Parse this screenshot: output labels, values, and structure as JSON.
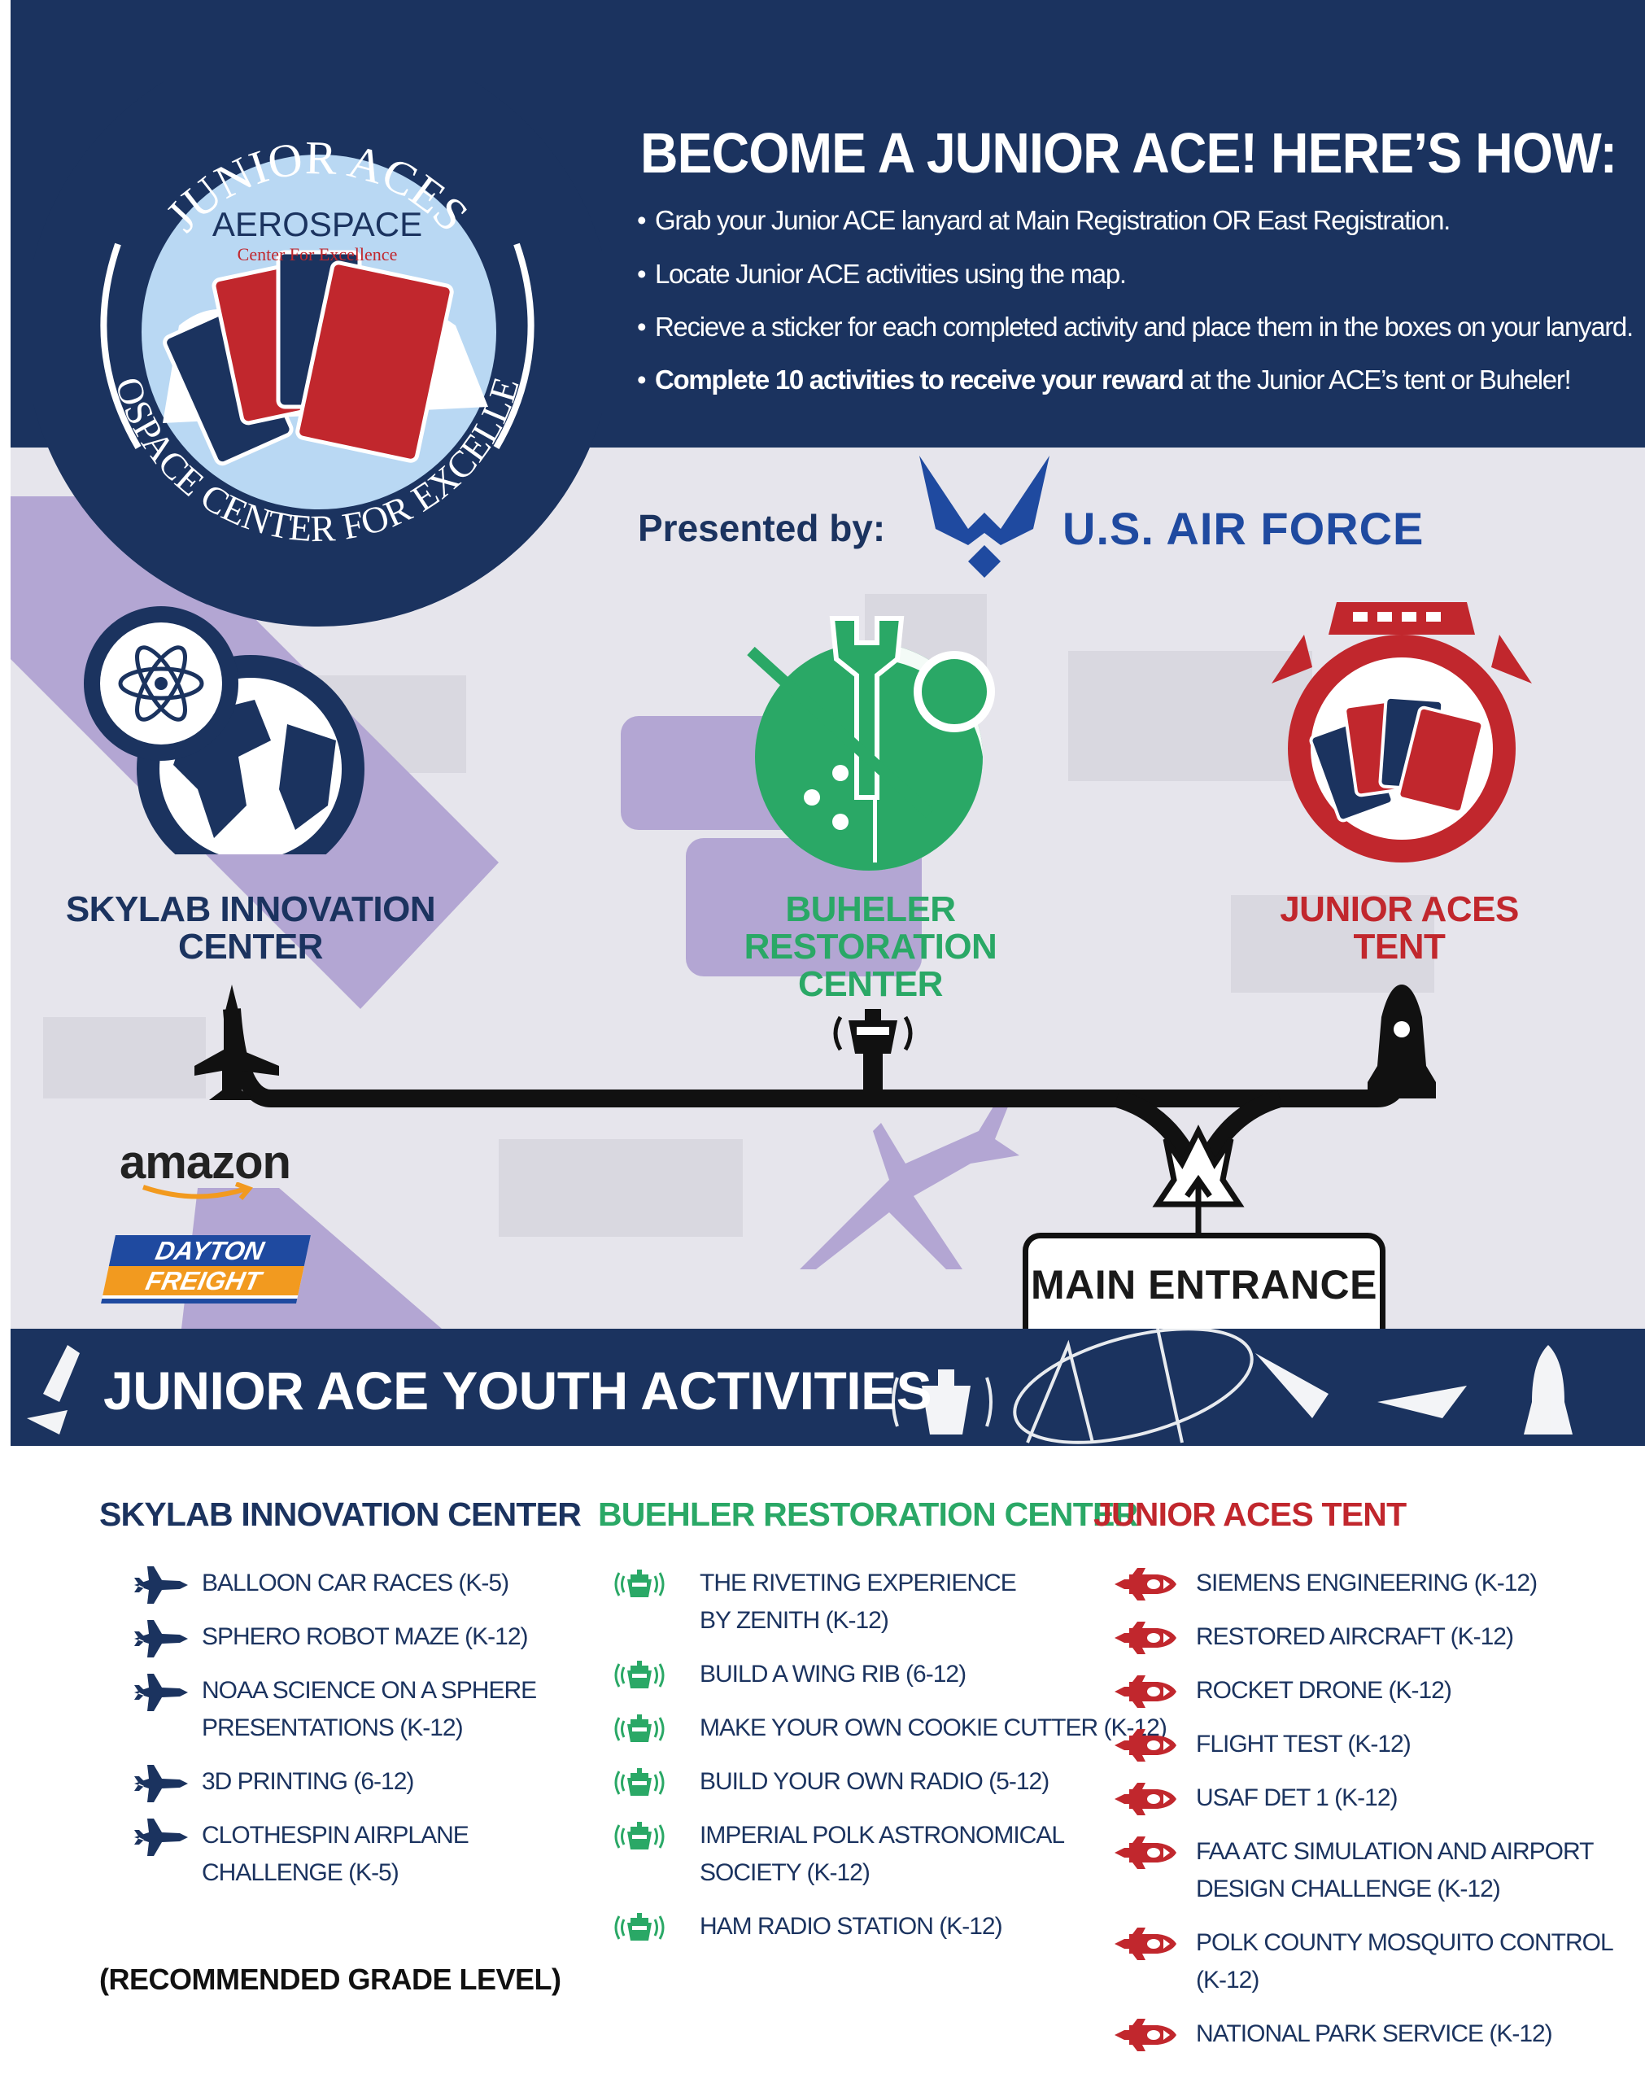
{
  "badge": {
    "arc_top": "JUNIOR ACES",
    "arc_bottom": "AEROSPACE CENTER FOR EXCELLENCE",
    "inner_title": "AEROSPACE",
    "inner_subtitle": "Center For Excellence"
  },
  "header": {
    "title": "BECOME A JUNIOR ACE! HERE’S HOW:",
    "bullets": [
      {
        "text": "Grab your Junior ACE lanyard at Main Registration OR East Registration."
      },
      {
        "text": "Locate Junior ACE activities using the map."
      },
      {
        "text": "Recieve a sticker for each completed activity and place them in the boxes on your lanyard."
      },
      {
        "bold": "Complete 10 activities to receive your reward",
        "text": " at the Junior ACE’s tent or Buheler!"
      }
    ]
  },
  "sponsor": {
    "presented_by": "Presented by:",
    "name": "U.S. AIR FORCE"
  },
  "map": {
    "locations": [
      {
        "line1": "SKYLAB INNOVATION",
        "line2": "CENTER",
        "color": "#1b335f"
      },
      {
        "line1": "BUHELER RESTORATION",
        "line2": "CENTER",
        "color": "#2aa866"
      },
      {
        "line1": "JUNIOR ACES",
        "line2": "TENT",
        "color": "#c1272d"
      }
    ],
    "main_entrance": "MAIN ENTRANCE",
    "logos": {
      "amazon": "amazon",
      "dayton_line1": "DAYTON",
      "dayton_line2": "FREIGHT"
    }
  },
  "activities": {
    "title": "JUNIOR ACE YOUTH ACTIVITIES",
    "columns": [
      {
        "heading": "SKYLAB INNOVATION CENTER",
        "color": "#1b335f",
        "icon": "jet-icon",
        "items": [
          "BALLOON CAR RACES (K-5)",
          "SPHERO ROBOT MAZE (K-12)",
          "NOAA SCIENCE ON A SPHERE\nPRESENTATIONS (K-12)",
          "3D PRINTING (6-12)",
          "CLOTHESPIN AIRPLANE\nCHALLENGE (K-5)"
        ]
      },
      {
        "heading": "BUEHLER RESTORATION CENTER",
        "color": "#2aa866",
        "icon": "control-tower-icon",
        "items": [
          "THE RIVETING EXPERIENCE\nBY ZENITH (K-12)",
          "BUILD A WING RIB (6-12)",
          "MAKE YOUR OWN COOKIE CUTTER (K-12)",
          "BUILD YOUR OWN RADIO (5-12)",
          "IMPERIAL POLK ASTRONOMICAL\nSOCIETY (K-12)",
          "HAM RADIO STATION (K-12)"
        ]
      },
      {
        "heading": "JUNIOR ACES TENT",
        "color": "#c1272d",
        "icon": "rocket-icon",
        "items": [
          "SIEMENS ENGINEERING (K-12)",
          "RESTORED AIRCRAFT (K-12)",
          "ROCKET DRONE (K-12)",
          "FLIGHT TEST (K-12)",
          "USAF DET 1 (K-12)",
          "FAA ATC SIMULATION AND AIRPORT\nDESIGN CHALLENGE (K-12)",
          "POLK COUNTY MOSQUITO CONTROL (K-12)",
          "NATIONAL PARK SERVICE (K-12)"
        ]
      }
    ],
    "footnote": "(RECOMMENDED GRADE LEVEL)"
  },
  "colors": {
    "navy": "#1b335f",
    "green": "#2aa866",
    "red": "#c1272d",
    "purple": "#b3a6d3",
    "map_bg": "#e6e5ec"
  }
}
